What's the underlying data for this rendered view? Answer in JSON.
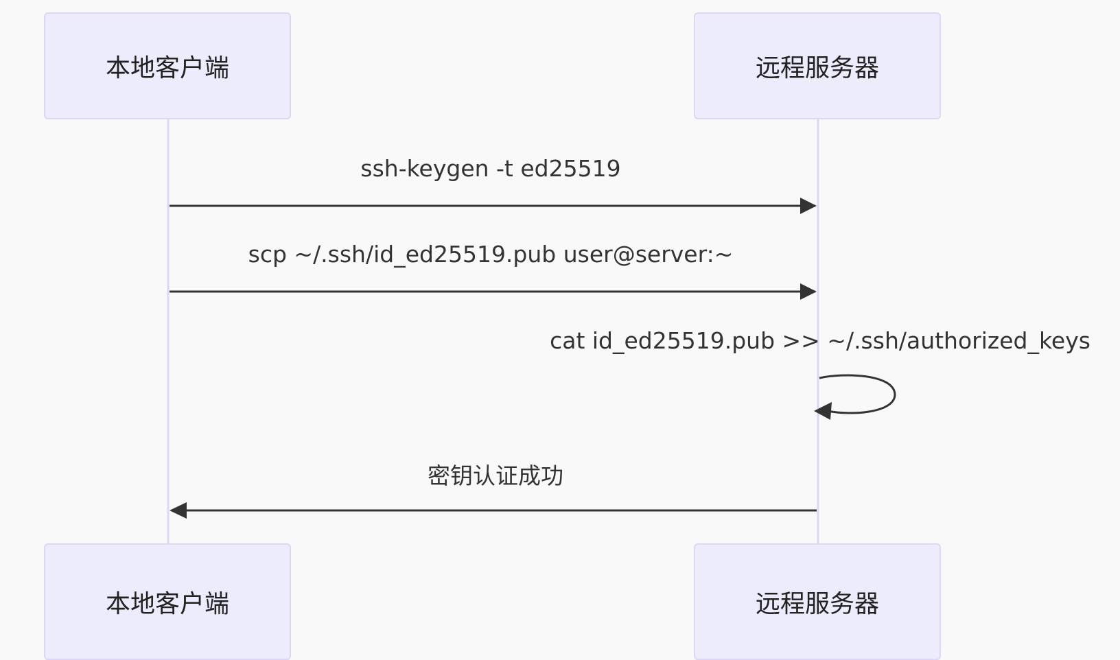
{
  "participants": [
    {
      "id": "client",
      "label": "本地客户端"
    },
    {
      "id": "server",
      "label": "远程服务器"
    }
  ],
  "messages": [
    {
      "from": "client",
      "to": "server",
      "label": "ssh-keygen -t ed25519"
    },
    {
      "from": "client",
      "to": "server",
      "label": "scp ~/.ssh/id_ed25519.pub user@server:~"
    },
    {
      "from": "server",
      "to": "server",
      "label": "cat id_ed25519.pub >> ~/.ssh/authorized_keys"
    },
    {
      "from": "server",
      "to": "client",
      "label": "密钥认证成功"
    }
  ],
  "colors": {
    "background": "#f9f9f9",
    "actor_fill": "#ececfc",
    "actor_border": "#ddd6f5",
    "lifeline": "#ddd6f5",
    "arrow": "#333333"
  }
}
